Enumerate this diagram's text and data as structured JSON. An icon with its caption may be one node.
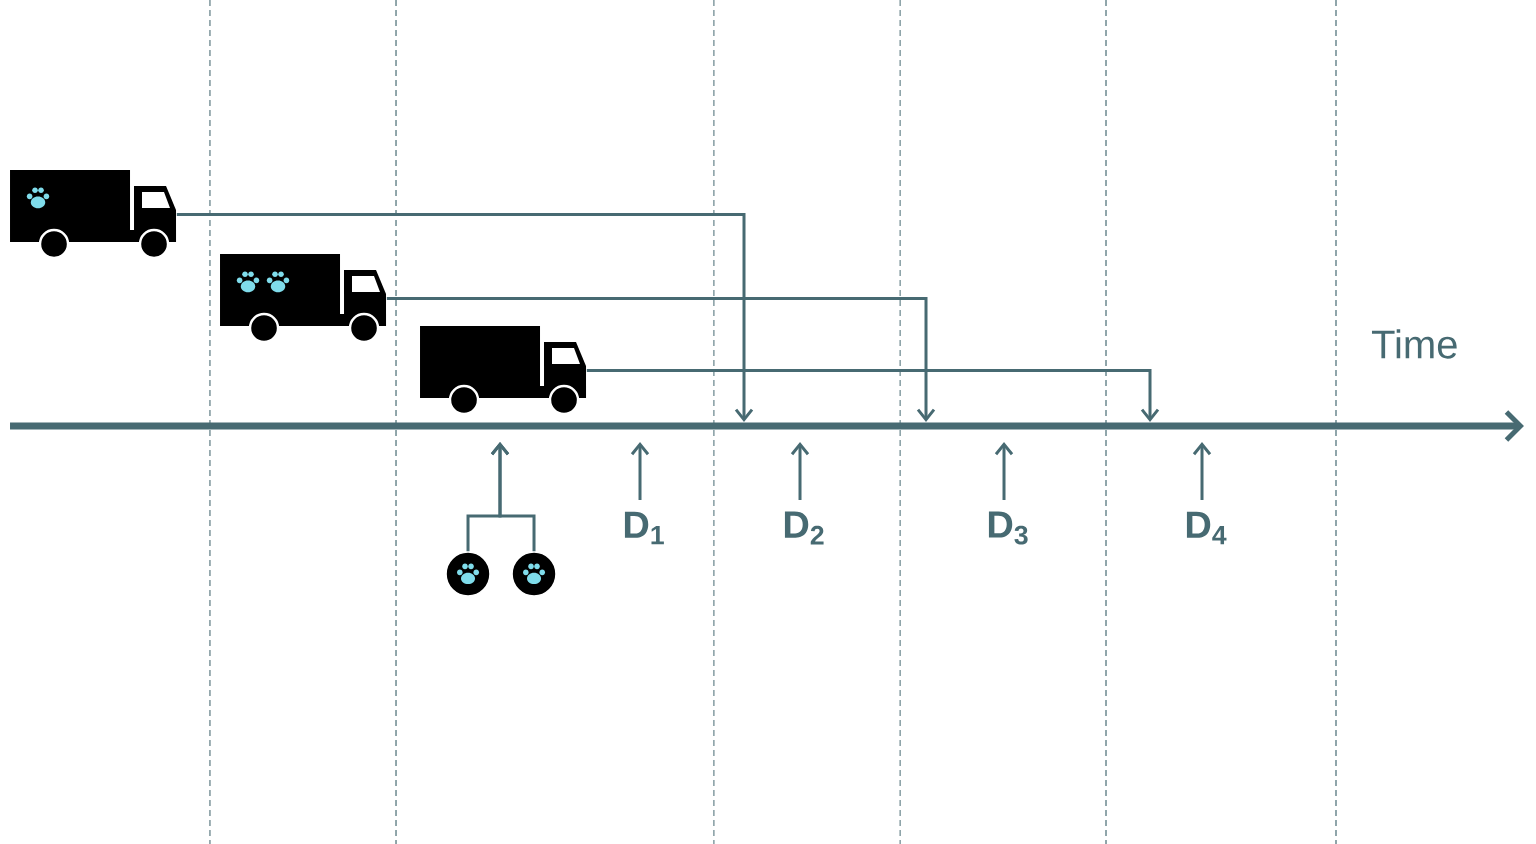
{
  "diagram": {
    "nodes": [
      {
        "text": [],
        "shape": "picture"
      },
      {
        "text": [],
        "shape": "picture"
      },
      {
        "text": [],
        "shape": "picture"
      },
      {
        "text": [
          "D$_{1}$"
        ]
      },
      {
        "text": [
          "D$_{2}$"
        ]
      },
      {
        "text": [
          "D$_{3}$"
        ]
      },
      {
        "text": [
          "D$_{4}$"
        ]
      },
      {
        "text": [],
        "shape": "circle"
      },
      {
        "text": [],
        "shape": "circle"
      },
      {
        "text": [],
        "shape": "bar"
      }
    ],
    "edges": [
      {
        "from": 0,
        "to": 9,
        "arrow": "to"
      },
      {
        "from": 1,
        "to": 9,
        "arrow": "to"
      },
      {
        "from": 2,
        "to": 9,
        "arrow": "to"
      },
      {
        "from": 3,
        "to": 9,
        "arrow": "to"
      },
      {
        "from": 4,
        "to": 9,
        "arrow": "to"
      },
      {
        "from": 5,
        "to": 9,
        "arrow": "to"
      },
      {
        "from": 6,
        "to": 9,
        "arrow": "to"
      },
      {
        "from": 7,
        "to": 9,
        "arrow": "to"
      },
      {
        "from": 8,
        "to": 9,
        "arrow": "to"
      }
    ],
    "labels": [
      "Time"
    ]
  }
}
